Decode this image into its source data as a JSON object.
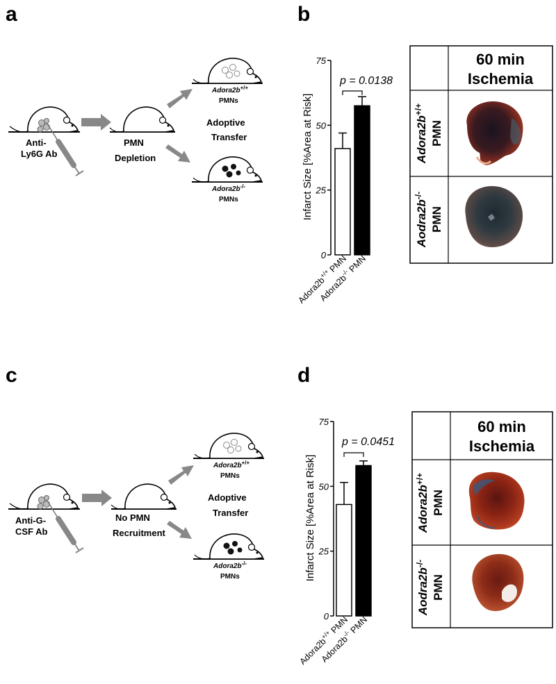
{
  "panels": {
    "a": {
      "letter": "a",
      "mouse1_label": [
        "Anti-",
        "Ly6G Ab"
      ],
      "mouse2_label": [
        "PMN",
        "Depletion"
      ],
      "adoptive": [
        "Adoptive",
        "Transfer"
      ],
      "top_mouse": {
        "gene": "Adora2b",
        "sup": "+/+",
        "cells": "PMNs"
      },
      "bottom_mouse": {
        "gene": "Adora2b",
        "sup": "-/-",
        "cells": "PMNs"
      }
    },
    "b": {
      "letter": "b",
      "table_header": [
        "60 min",
        "Ischemia"
      ],
      "row1": {
        "gene": "Adora2b",
        "sup": "+/+",
        "cells": "PMN"
      },
      "row2": {
        "gene": "Aodra2b",
        "sup": "-/-",
        "cells": "PMN"
      }
    },
    "c": {
      "letter": "c",
      "mouse1_label": [
        "Anti-G-",
        "CSF Ab"
      ],
      "mouse2_label": [
        "No PMN",
        "Recruitment"
      ],
      "adoptive": [
        "Adoptive",
        "Transfer"
      ],
      "top_mouse": {
        "gene": "Adora2b",
        "sup": "+/+",
        "cells": "PMNs"
      },
      "bottom_mouse": {
        "gene": "Adora2b",
        "sup": "-/-",
        "cells": "PMNs"
      }
    },
    "d": {
      "letter": "d",
      "table_header": [
        "60 min",
        "Ischemia"
      ],
      "row1": {
        "gene": "Adora2b",
        "sup": "+/+",
        "cells": "PMN"
      },
      "row2": {
        "gene": "Aodra2b",
        "sup": "-/-",
        "cells": "PMN"
      }
    }
  },
  "chart_data": [
    {
      "panel": "b",
      "type": "bar",
      "categories": [
        "Adora2b+/+ PMN",
        "Adora2b-/- PMN"
      ],
      "category_parts": [
        {
          "pre": "Adora2b",
          "sup": "+/+",
          "post": " PMN"
        },
        {
          "pre": "Adora2b",
          "sup": "-/-",
          "post": " PMN"
        }
      ],
      "values": [
        41,
        57.5
      ],
      "errors": [
        6,
        3.5
      ],
      "colors": [
        "#ffffff",
        "#000000"
      ],
      "ylabel": "Infarct Size  [%Area at Risk]",
      "ylim": [
        0,
        75
      ],
      "yticks": [
        "0",
        "25",
        "50",
        "75"
      ],
      "pvalue": "p = 0.0138"
    },
    {
      "panel": "d",
      "type": "bar",
      "categories": [
        "Adora2b+/+ PMN",
        "Adora2b-/- PMN"
      ],
      "category_parts": [
        {
          "pre": "Adora2b",
          "sup": "+/+",
          "post": " PMN"
        },
        {
          "pre": "Adora2b",
          "sup": "-/-",
          "post": " PMN"
        }
      ],
      "values": [
        43,
        58
      ],
      "errors": [
        8.5,
        1.8
      ],
      "colors": [
        "#ffffff",
        "#000000"
      ],
      "ylabel": "Infarct Size  [%Area at Risk]",
      "ylim": [
        0,
        75
      ],
      "yticks": [
        "0",
        "25",
        "50",
        "75"
      ],
      "pvalue": "p = 0.0451"
    }
  ]
}
